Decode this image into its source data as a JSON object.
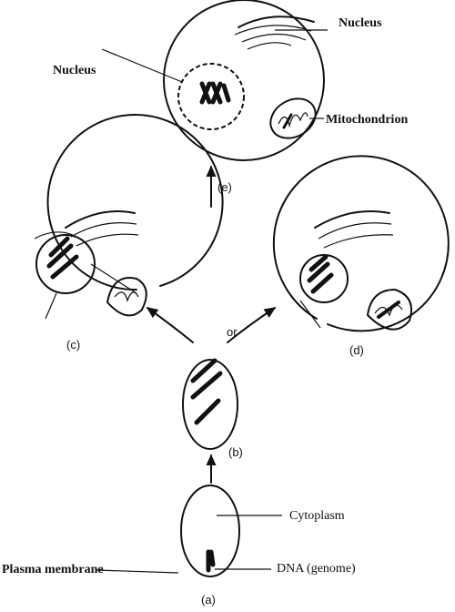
{
  "labels": {
    "nucleus_top": "Nucleus",
    "nucleus_left": "Nucleus",
    "mitochondrion": "Mitochondrion",
    "cytoplasm": "Cytoplasm",
    "plasma_membrane": "Plasma membrane",
    "dna_genome": "DNA (genome)",
    "or": "or"
  },
  "stages": {
    "a": "(a)",
    "b": "(b)",
    "c": "(c)",
    "d": "(d)",
    "e": "(e)"
  }
}
